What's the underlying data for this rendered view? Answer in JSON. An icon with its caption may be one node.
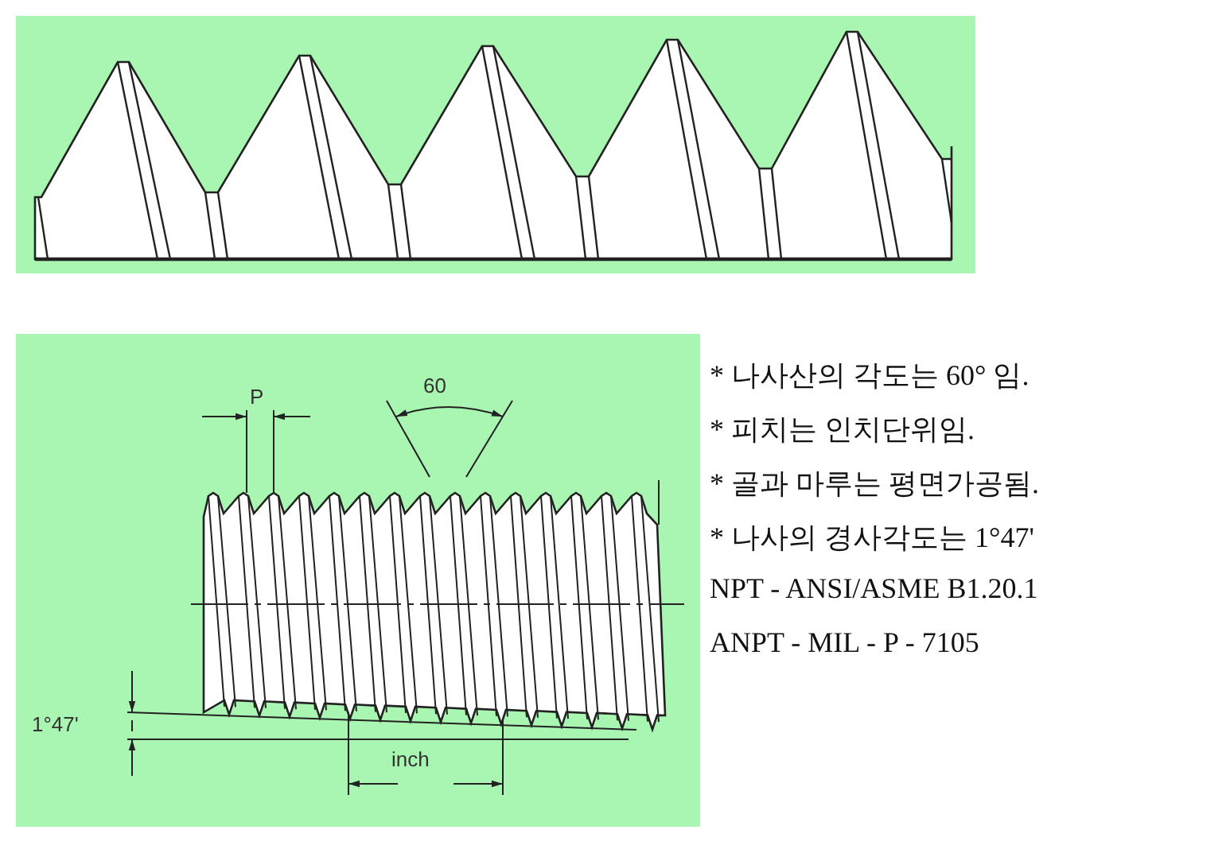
{
  "diagram": {
    "labels": [
      "P",
      "60",
      "1°47'",
      "inch",
      "* 나사산의 각도는 60° 임.",
      "* 피치는 인치단위임.",
      "* 골과 마루는 평면가공됨.",
      "* 나사의 경사각도는 1°47'",
      "NPT - ANSI/ASME B1.20.1",
      "ANPT - MIL - P - 7105"
    ]
  }
}
